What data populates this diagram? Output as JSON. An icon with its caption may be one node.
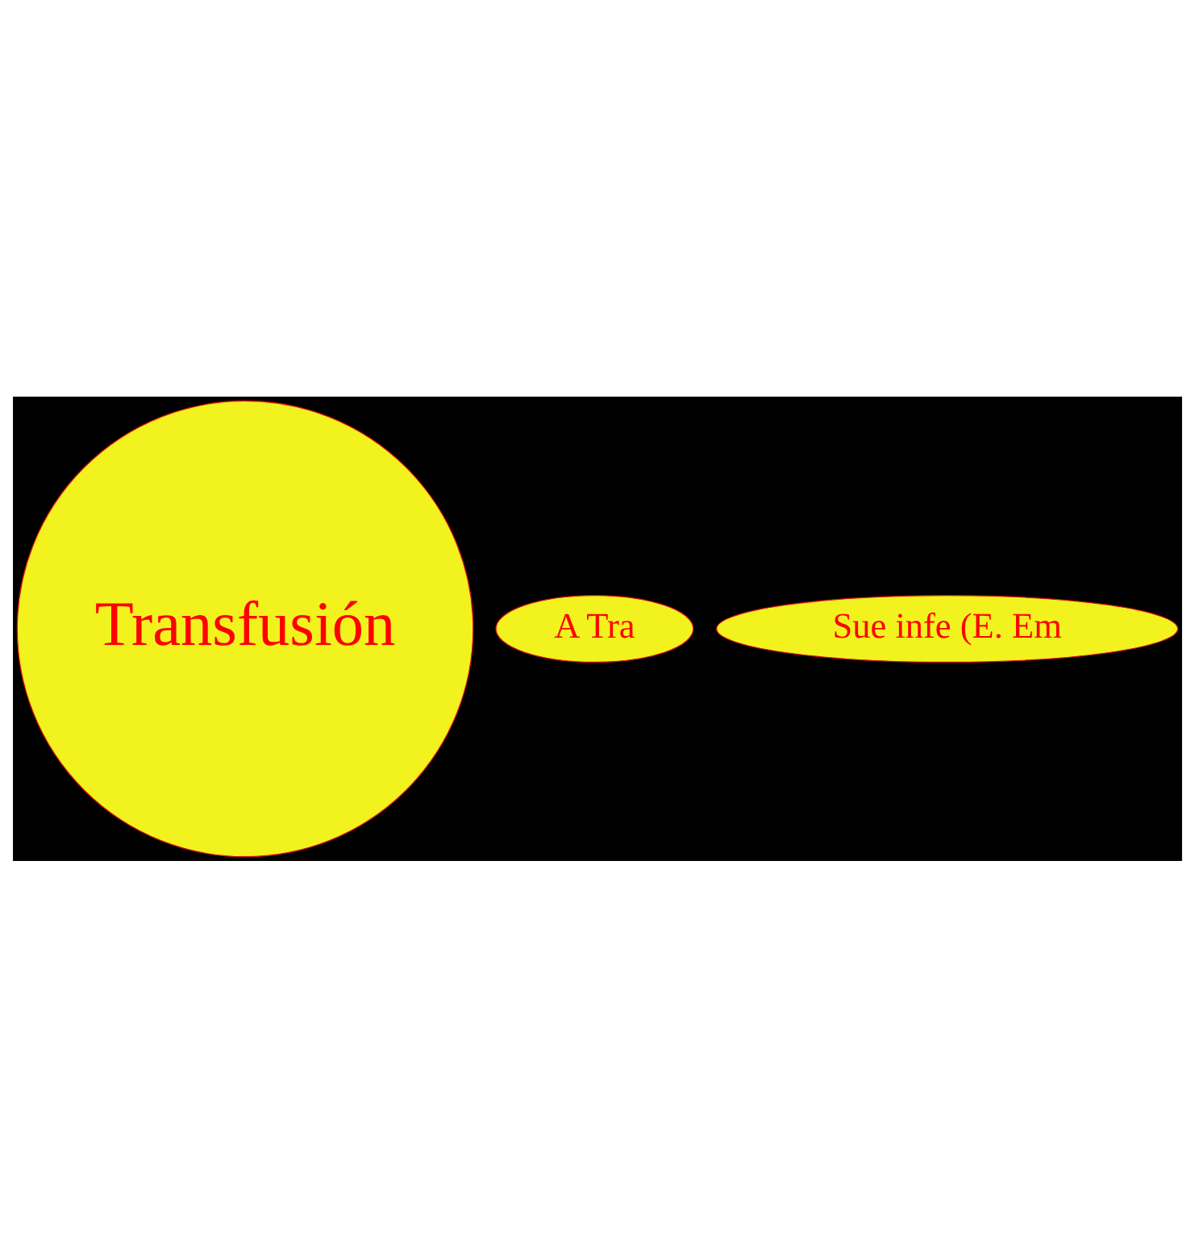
{
  "diagram": {
    "nodes": [
      {
        "text": [
          "Transfusión"
        ]
      },
      {
        "text": [
          "A Tra"
        ]
      },
      {
        "text": [
          "Sue infe (E. Em"
        ]
      }
    ]
  }
}
